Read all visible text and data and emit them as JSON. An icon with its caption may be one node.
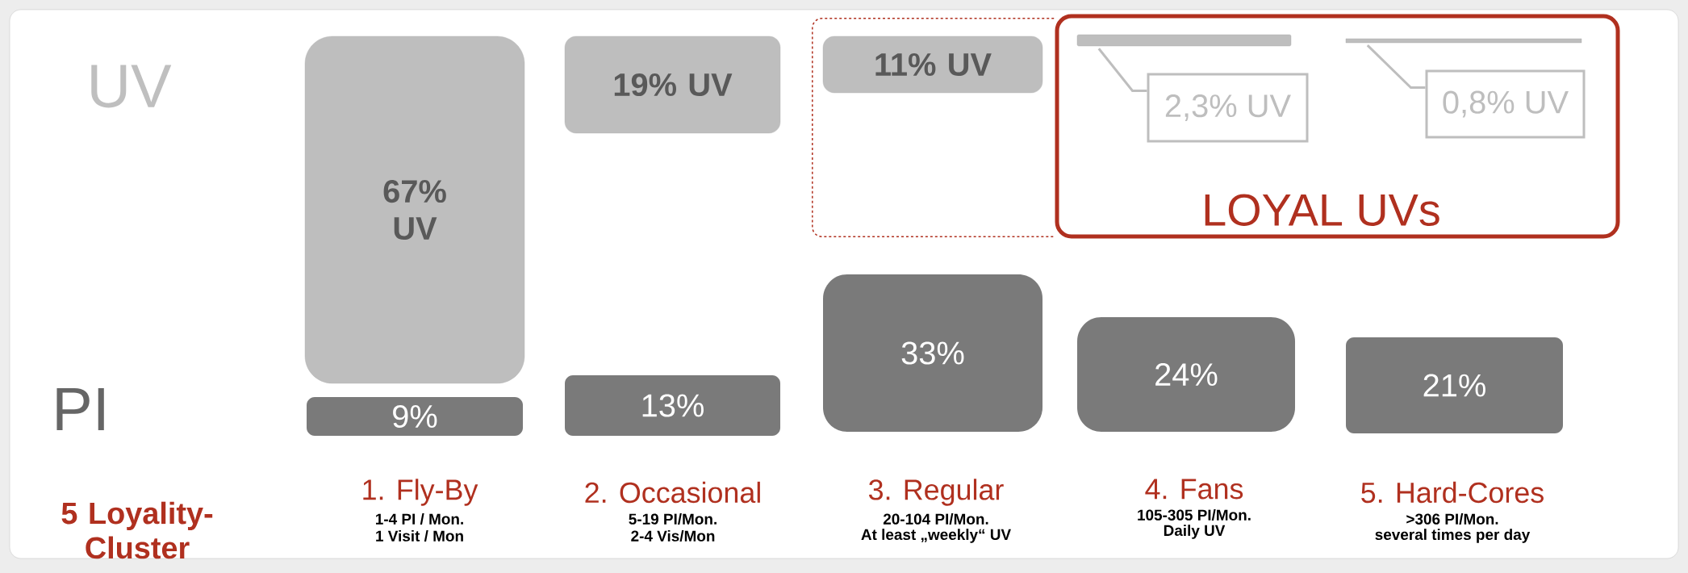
{
  "diagram": {
    "nodes": [
      {
        "text": [
          "67% UV"
        ]
      },
      {
        "text": [
          "19% UV"
        ]
      },
      {
        "text": [],
        "shape": "box"
      },
      {
        "text": [
          "11% UV"
        ],
        "in": 2
      },
      {
        "text": [
          "LOYAL UVs"
        ]
      },
      {
        "text": [],
        "shape": "bar",
        "in": 4
      },
      {
        "text": [
          "2,3% UV"
        ],
        "in": 4
      },
      {
        "text": [],
        "shape": "bar",
        "in": 4
      },
      {
        "text": [
          "0,8% UV"
        ],
        "in": 4
      },
      {
        "text": [
          "9%"
        ]
      },
      {
        "text": [
          "13%"
        ]
      },
      {
        "text": [
          "33%"
        ]
      },
      {
        "text": [
          "24%"
        ]
      },
      {
        "text": [
          "21%"
        ]
      }
    ],
    "edges": [
      {
        "from": 6,
        "to": 5,
        "arrow": "none"
      },
      {
        "from": 8,
        "to": 7,
        "arrow": "none"
      }
    ],
    "labels": [
      "UV",
      "PI",
      "5 Loyality-Cluster",
      "1. Fly-By",
      "1-4 PI / Mon.",
      "1 Visit / Mon",
      "2. Occasional",
      "5-19 PI/Mon.",
      "2-4 Vis/Mon",
      "3. Regular",
      "20-104 PI/Mon.",
      "At least „weekly“ UV",
      "4. Fans",
      "105-305 PI/Mon.",
      "Daily UV",
      "5. Hard-Cores",
      ">306 PI/Mon.",
      "several times per day"
    ]
  }
}
